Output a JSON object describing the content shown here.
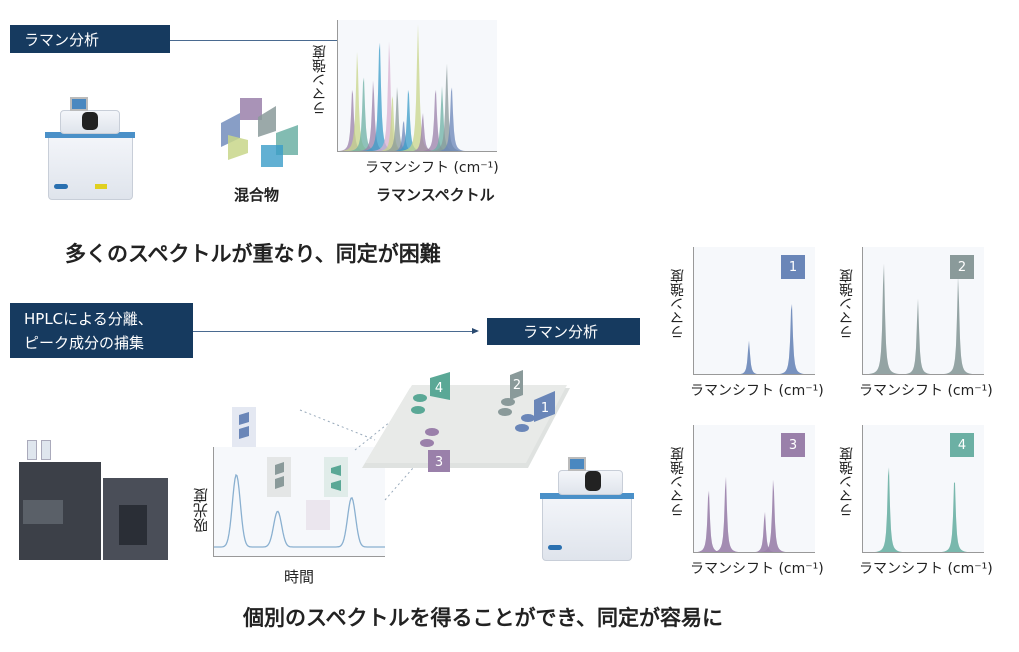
{
  "top": {
    "box_label": "ラマン分析",
    "mixture_label": "混合物",
    "spectrum_title": "ラマンスペクトル",
    "ylabel": "ラマン強度",
    "xlabel": "ラマンシフト (cm⁻¹)",
    "heading": "多くのスペクトルが重なり、同定が困難"
  },
  "bottom": {
    "hplc_box_line1": "HPLCによる分離、",
    "hplc_box_line2": "ピーク成分の捕集",
    "raman_box_label": "ラマン分析",
    "chrom_ylabel": "吸光度",
    "chrom_xlabel": "時間",
    "heading": "個別のスペクトルを得ることができ、同定が容易に",
    "plate_labels": [
      "1",
      "2",
      "3",
      "4"
    ]
  },
  "colors": {
    "navy": "#163a5f",
    "c1": "#6a86b8",
    "c2": "#8a9a9a",
    "c3": "#9a80aa",
    "c4": "#6cb0a4",
    "yellow": "#c8d68a",
    "pink": "#d8b0d0",
    "cyan": "#3a9cc8"
  },
  "chart_data": {
    "type": "line",
    "mixed": [
      {
        "c": "c3",
        "x": 0.09,
        "h": 0.5
      },
      {
        "c": "yellow",
        "x": 0.12,
        "h": 0.77
      },
      {
        "c": "c4",
        "x": 0.16,
        "h": 0.6
      },
      {
        "c": "c3",
        "x": 0.22,
        "h": 0.55
      },
      {
        "c": "cyan",
        "x": 0.26,
        "h": 0.88
      },
      {
        "c": "pink",
        "x": 0.32,
        "h": 0.85
      },
      {
        "c": "yellow",
        "x": 0.34,
        "h": 0.45
      },
      {
        "c": "c2",
        "x": 0.37,
        "h": 0.5
      },
      {
        "c": "c1",
        "x": 0.41,
        "h": 0.25
      },
      {
        "c": "cyan",
        "x": 0.44,
        "h": 0.5
      },
      {
        "c": "yellow",
        "x": 0.5,
        "h": 0.97
      },
      {
        "c": "c3",
        "x": 0.53,
        "h": 0.3
      },
      {
        "c": "c3",
        "x": 0.61,
        "h": 0.5
      },
      {
        "c": "c4",
        "x": 0.65,
        "h": 0.5
      },
      {
        "c": "c2",
        "x": 0.68,
        "h": 0.68
      },
      {
        "c": "c1",
        "x": 0.71,
        "h": 0.52
      }
    ],
    "panels": [
      {
        "label": "1",
        "c": "c1",
        "peaks": [
          {
            "x": 0.45,
            "h": 0.27
          },
          {
            "x": 0.8,
            "h": 0.6
          }
        ]
      },
      {
        "label": "2",
        "c": "c2",
        "peaks": [
          {
            "x": 0.17,
            "h": 0.9
          },
          {
            "x": 0.45,
            "h": 0.6
          },
          {
            "x": 0.78,
            "h": 0.78
          }
        ]
      },
      {
        "label": "3",
        "c": "c3",
        "peaks": [
          {
            "x": 0.12,
            "h": 0.52
          },
          {
            "x": 0.26,
            "h": 0.62
          },
          {
            "x": 0.58,
            "h": 0.33
          },
          {
            "x": 0.65,
            "h": 0.6
          }
        ]
      },
      {
        "label": "4",
        "c": "c4",
        "peaks": [
          {
            "x": 0.21,
            "h": 0.72
          },
          {
            "x": 0.75,
            "h": 0.62
          }
        ]
      }
    ],
    "chromatogram": [
      {
        "x": 0.13,
        "h": 0.85
      },
      {
        "x": 0.37,
        "h": 0.42
      },
      {
        "x": 0.8,
        "h": 0.58
      }
    ]
  }
}
